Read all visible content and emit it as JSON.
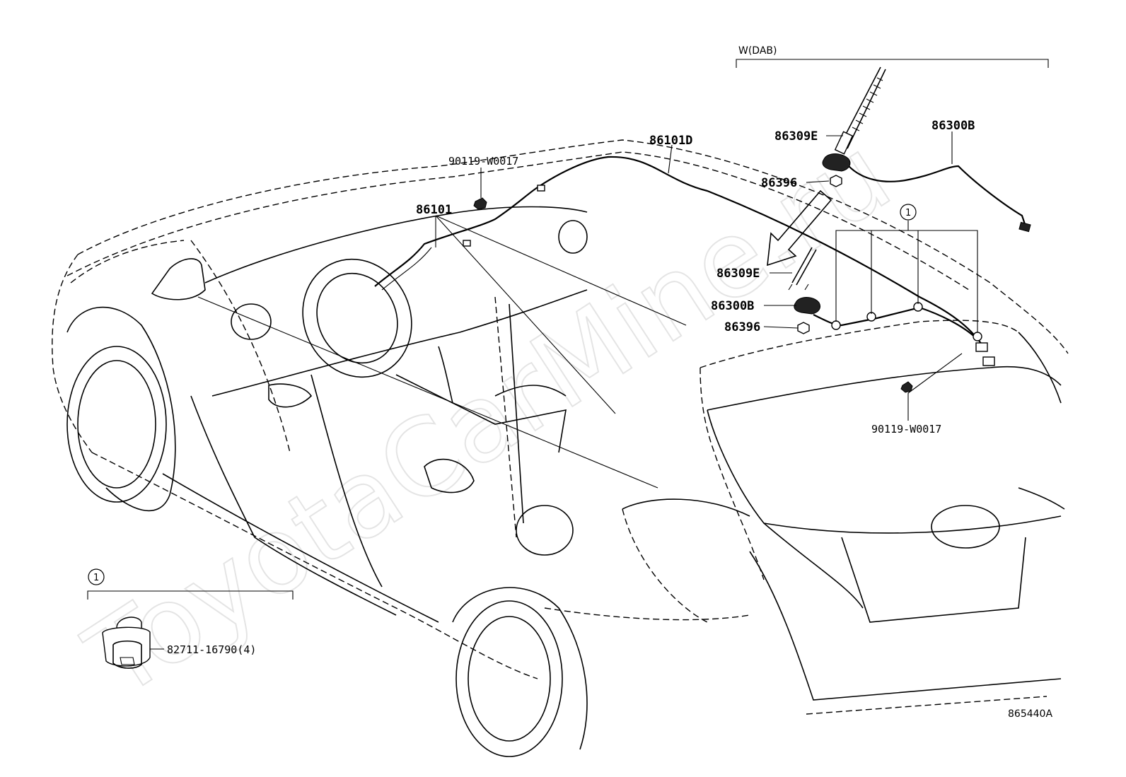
{
  "watermark": "ToyotaCarMine.ru",
  "variant_label": "W(DAB)",
  "group_marker": "1",
  "figure_id": "865440A",
  "parts": {
    "rod_upper": "86309E",
    "antenna_upper": "86300B",
    "nut_upper": "86396",
    "cable_roof": "86101D",
    "clip_left": "90119-W0017",
    "cable_front": "86101",
    "rod_lower": "86309E",
    "antenna_lower": "86300B",
    "nut_lower": "86396",
    "clip_right": "90119-W0017",
    "clamp_detail": "82711-16790(4)"
  }
}
